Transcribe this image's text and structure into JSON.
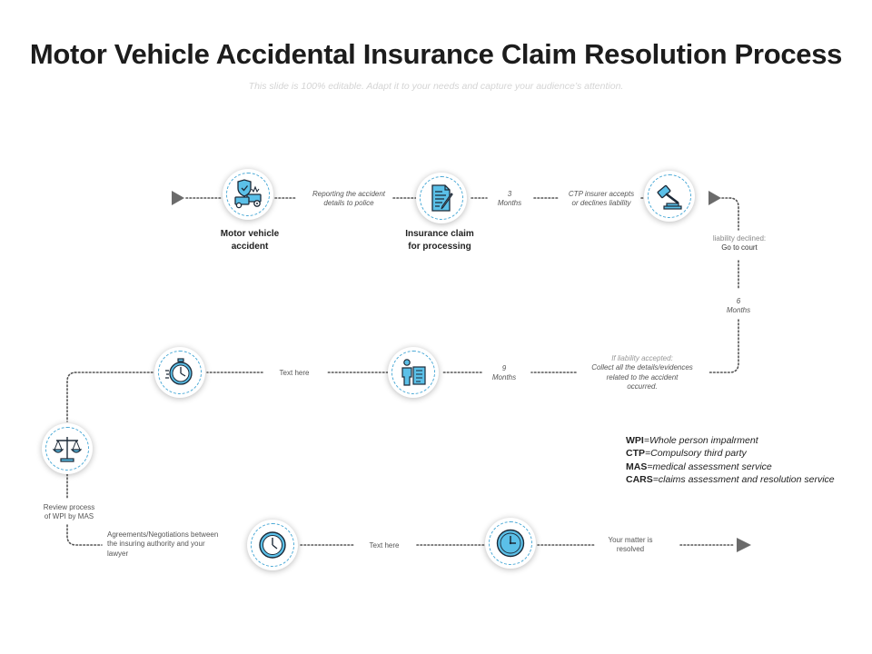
{
  "title": "Motor Vehicle Accidental Insurance Claim Resolution Process",
  "subtitle": "This slide is 100% editable. Adapt it to your needs and capture your audience’s attention.",
  "colors": {
    "accent": "#4aa9d6",
    "icon_fill": "#5bc0e8",
    "icon_stroke": "#1d2a38",
    "connector": "#555555",
    "arrow": "#6b6b6b"
  },
  "nodes": [
    {
      "icon": "car-accident-icon",
      "label_line1": "Motor vehicle",
      "label_line2": "accident"
    },
    {
      "icon": "claim-document-icon",
      "label_line1": "Insurance claim",
      "label_line2": "for processing"
    },
    {
      "icon": "gavel-icon"
    },
    {
      "icon": "person-document-icon"
    },
    {
      "icon": "stopwatch-icon"
    },
    {
      "icon": "scales-icon"
    },
    {
      "icon": "clock-icon"
    },
    {
      "icon": "wall-clock-icon"
    }
  ],
  "steps": {
    "reporting_line1": "Reporting  the accident",
    "reporting_line2": "details  to police",
    "months3_num": "3",
    "months3_unit": "Months",
    "ctp_line1": "CTP insurer accepts",
    "ctp_line2": "or declines  liability",
    "declined_line1": "liability  declined:",
    "declined_line2": "Go to court",
    "months6_num": "6",
    "months6_unit": "Months",
    "accepted_line1": "If liability  accepted:",
    "accepted_line2": "Collect  all  the details/evidences",
    "accepted_line3": "related  to the accident",
    "accepted_line4": "occurred.",
    "months9_num": "9",
    "months9_unit": "Months",
    "text_here_1": "Text here",
    "review_line1": "Review  process",
    "review_line2": "of WPI  by MAS",
    "agreements_line1": "Agreements/Negotiations  between",
    "agreements_line2": "the insuring  authority  and your",
    "agreements_line3": "lawyer",
    "text_here_2": "Text here",
    "resolved_line1": "Your matter  is",
    "resolved_line2": "resolved"
  },
  "legend": [
    {
      "abbr": "WPI",
      "def": "=Whole person impalrment"
    },
    {
      "abbr": "CTP",
      "def": "=Compulsory third party"
    },
    {
      "abbr": "MAS",
      "def": "=medical assessment service"
    },
    {
      "abbr": "CARS",
      "def": "=claims assessment and resolution service"
    }
  ]
}
